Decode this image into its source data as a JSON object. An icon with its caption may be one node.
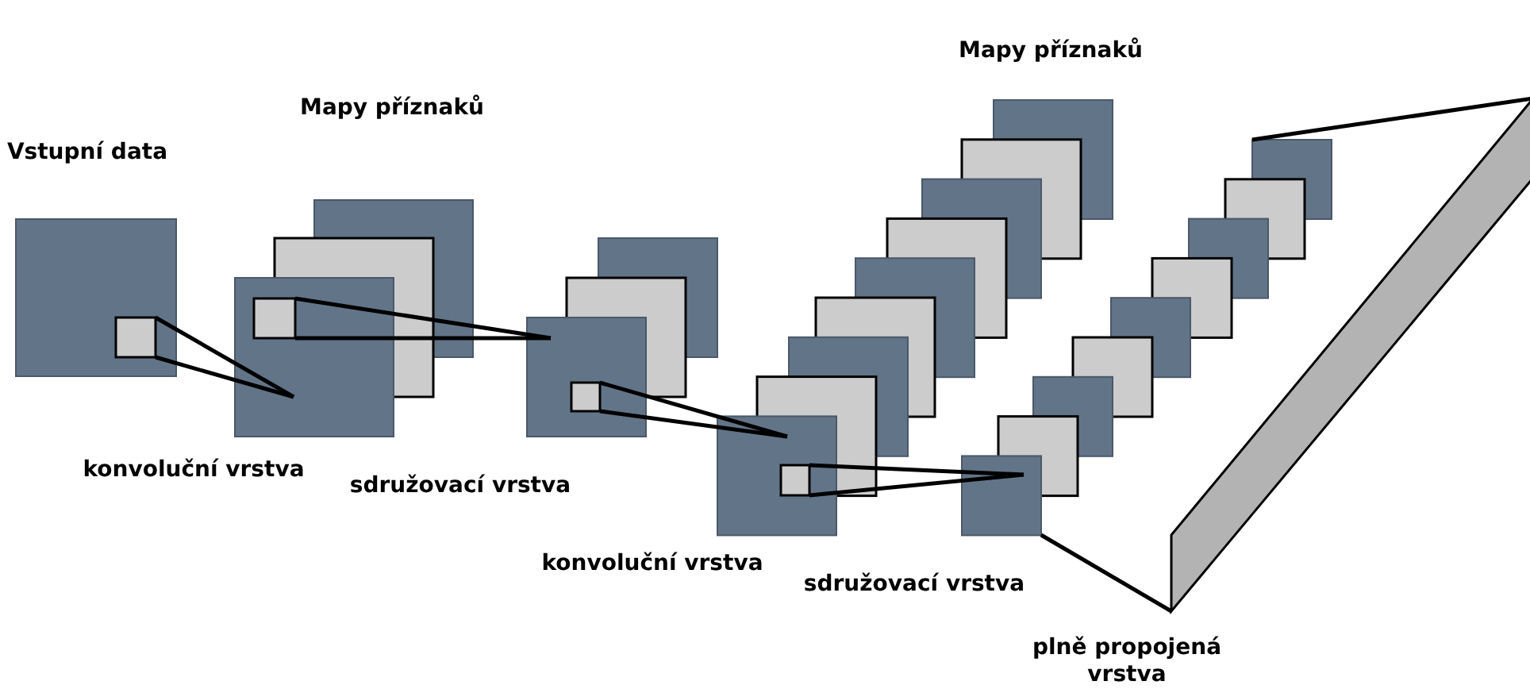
{
  "diagram": {
    "labels": [
      "Vstupní data",
      "Mapy příznaků",
      "konvoluční vrstva",
      "sdružovací vrstva",
      "Mapy příznaků",
      "konvoluční vrstva",
      "sdružovací vrstva",
      "plně propojená vrstva"
    ]
  }
}
